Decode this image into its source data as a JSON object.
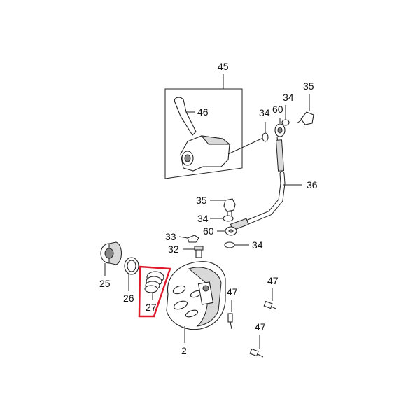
{
  "callouts": {
    "c45": "45",
    "c46": "46",
    "c35a": "35",
    "c34a": "34",
    "c60a": "60",
    "c34b": "34",
    "c36": "36",
    "c35b": "35",
    "c34c": "34",
    "c33": "33",
    "c60b": "60",
    "c32": "32",
    "c34d": "34",
    "c25": "25",
    "c26": "26",
    "c27": "27",
    "c47a": "47",
    "c47b": "47",
    "c47c": "47",
    "c2": "2"
  },
  "highlight_color": "#e0192b"
}
